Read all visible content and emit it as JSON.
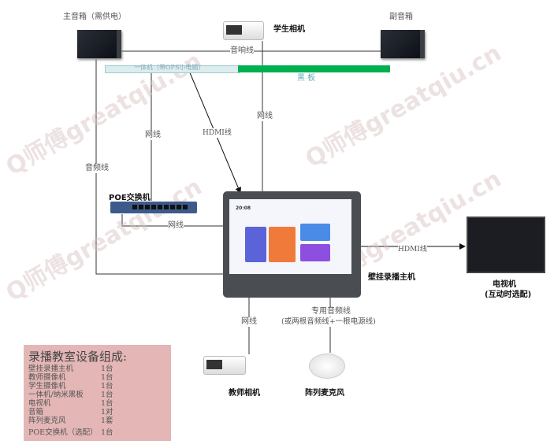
{
  "watermark": "Q师傅greatqiu.cn",
  "devices": {
    "main_speaker": "主音箱（需供电）",
    "sub_speaker": "副音箱",
    "student_camera": "学生相机",
    "smart_board": "一体机（带OPS小电脑）",
    "blackboard": "黑 板",
    "poe_switch": "POE交换机",
    "host": "壁挂录播主机",
    "tv": "电视机",
    "tv_note": "(互动时选配)",
    "teacher_camera": "教师相机",
    "mic": "阵列麦克风"
  },
  "cables": {
    "speaker_cable": "音响线",
    "audio": "音频线",
    "net1": "网线",
    "hdmi1": "HDMI线",
    "net2": "网线",
    "net3": "网线",
    "hdmi2": "HDMI线",
    "net4": "网线",
    "special_audio": "专用音频线",
    "special_audio_note": "(或两根音频线+一根电源线)"
  },
  "colors": {
    "blackboard": "#00b050",
    "table_bg": "#e4b6b6"
  },
  "table": {
    "title": "录播教室设备组成:",
    "rows": [
      {
        "name": "壁挂录播主机",
        "qty": "1台"
      },
      {
        "name": "教师摄像机",
        "qty": "1台"
      },
      {
        "name": "学生摄像机",
        "qty": "1台"
      },
      {
        "name": "一体机/纳米黑板",
        "qty": "1台"
      },
      {
        "name": "电视机",
        "qty": "1台"
      },
      {
        "name": "音箱",
        "qty": "1对"
      },
      {
        "name": "阵列麦克风",
        "qty": "1套"
      },
      {
        "name": "POE交换机（选配）",
        "qty": "1台"
      }
    ]
  }
}
